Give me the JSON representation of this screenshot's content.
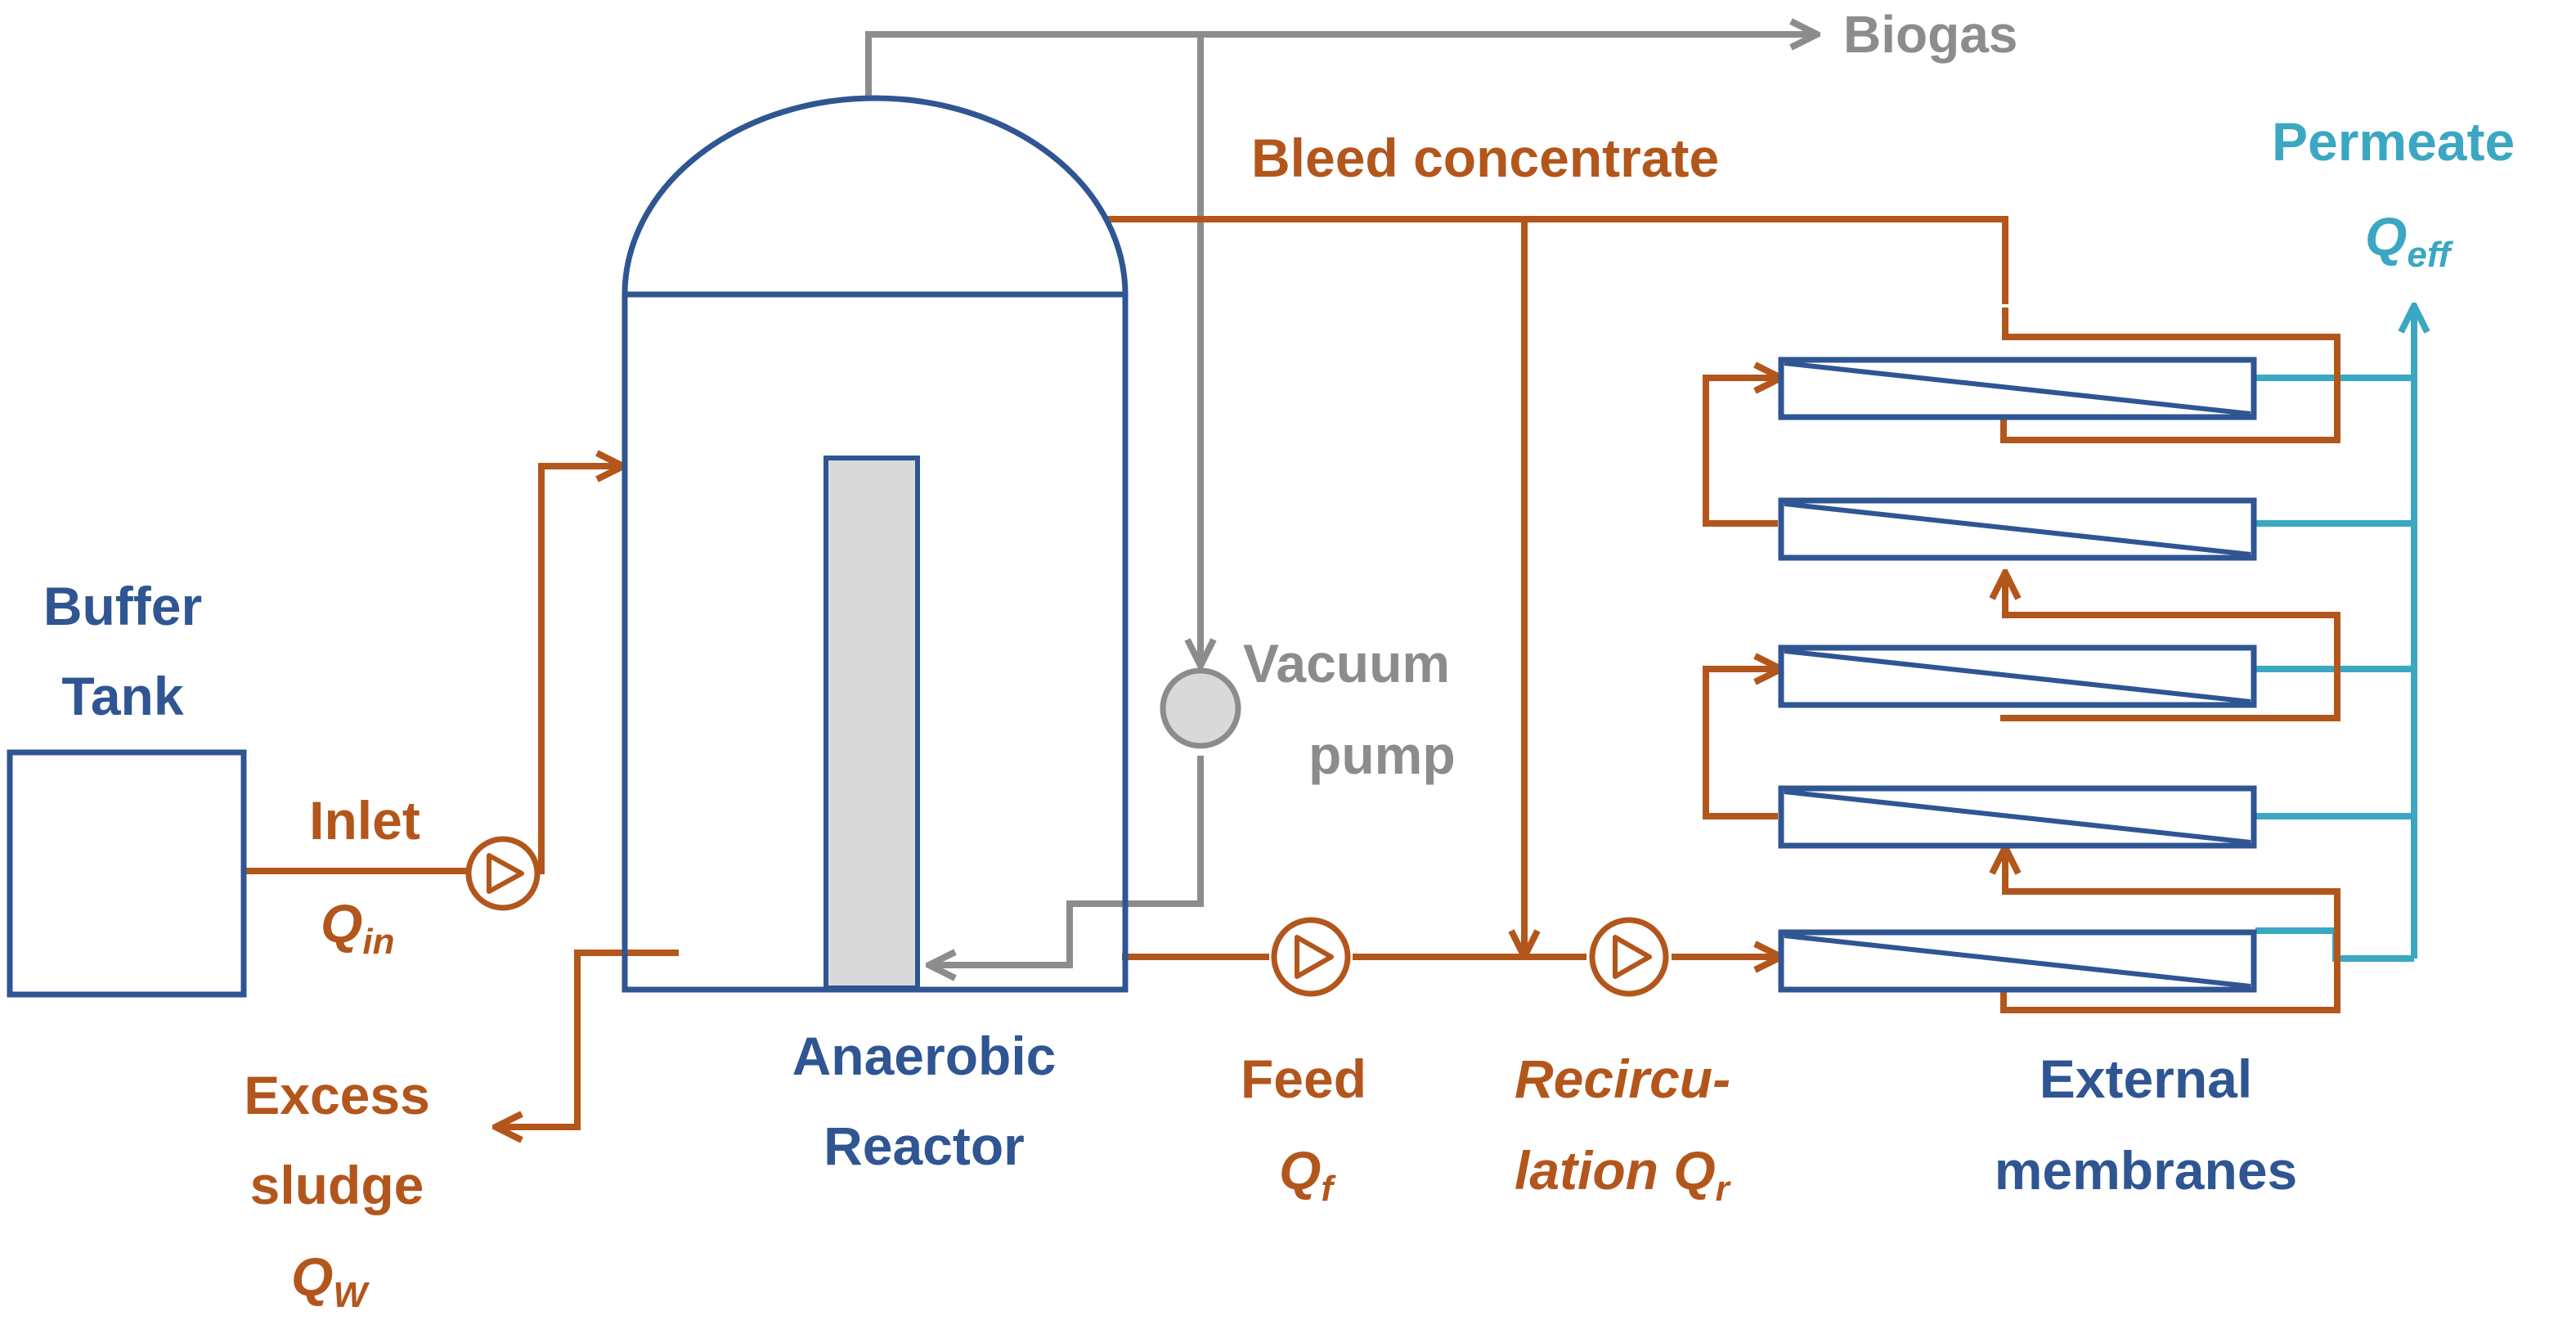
{
  "colors": {
    "vessel": "#2f5592",
    "liquid_line": "#b3561c",
    "gas_line": "#8c8c8c",
    "permeate_line": "#3ba7c2",
    "baffle_fill": "#d9d9d9"
  },
  "labels": {
    "buffer_tank_1": "Buffer",
    "buffer_tank_2": "Tank",
    "inlet": "Inlet",
    "q_in_main": "Q",
    "q_in_sub": "in",
    "excess_1": "Excess",
    "excess_2": "sludge",
    "q_w_main": "Q",
    "q_w_sub": "W",
    "reactor_1": "Anaerobic",
    "reactor_2": "Reactor",
    "biogas": "Biogas",
    "bleed": "Bleed concentrate",
    "vacuum_1": "Vacuum",
    "vacuum_2": "pump",
    "feed": "Feed",
    "q_f_main": "Q",
    "q_f_sub": "f",
    "recirc_1": "Recircu-",
    "recirc_2": "lation Q",
    "recirc_sub": "r",
    "membranes_1": "External",
    "membranes_2": "membranes",
    "permeate": "Permeate",
    "q_eff_main": "Q",
    "q_eff_sub": "eff"
  },
  "icons": [
    "pump-icon",
    "vacuum-pump-icon",
    "membrane-module-icon"
  ]
}
